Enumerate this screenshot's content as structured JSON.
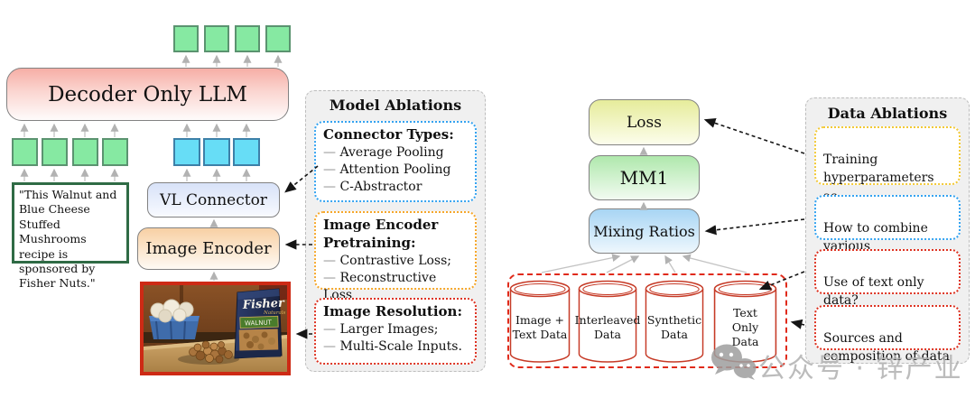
{
  "palette": {
    "token_green": "#86e9a2",
    "token_blue": "#67ddf6",
    "llm_pink": "#f6aea6",
    "vl_blue": "#d8e2f8",
    "encoder_orange": "#f8d0a4",
    "loss_yellow": "#e6ec9b",
    "mm1_green": "#afe8ac",
    "mixing_blue": "#a8d5f4",
    "panel_gray": "#f0f0f0",
    "accent_blue": "#35a3f0",
    "accent_orange": "#f6a72b",
    "accent_red": "#dd3322",
    "accent_yellow": "#f2c937",
    "quote_green": "#2f6b45",
    "photo_red": "#cd2a15"
  },
  "left": {
    "llm": "Decoder Only LLM",
    "vl_connector": "VL Connector",
    "image_encoder": "Image Encoder",
    "quote": "\"This Walnut and Blue Cheese Stuffed Mushrooms recipe is sponsored by Fisher Nuts.\"",
    "photo_brand": "Fisher",
    "photo_brand_sub": "Naturals",
    "photo_label": "WALNUT"
  },
  "model_ablations": {
    "title": "Model Ablations",
    "dash": "—",
    "connector": {
      "heading": "Connector Types:",
      "items": [
        "Average Pooling",
        "Attention Pooling",
        "C-Abstractor"
      ]
    },
    "pretraining": {
      "heading": "Image Encoder Pretraining:",
      "items": [
        "Contrastive Loss;",
        "Reconstructive Loss"
      ]
    },
    "resolution": {
      "heading": "Image Resolution:",
      "items": [
        "Larger Images;",
        "Multi-Scale Inputs."
      ]
    }
  },
  "right": {
    "loss": "Loss",
    "mm1": "MM1",
    "mixing": "Mixing Ratios",
    "datastores": [
      "Image +\nText Data",
      "Interleaved\nData",
      "Synthetic\nData",
      "Text\nOnly\nData"
    ]
  },
  "data_ablations": {
    "title": "Data Ablations",
    "notes": [
      {
        "text": "Training\nhyperparameters as\nwe scale"
      },
      {
        "text": "How to combine various\ndata?"
      },
      {
        "text": "Use of text only\ndata?"
      },
      {
        "text": "Sources and\ncomposition of data"
      }
    ]
  },
  "watermark": {
    "text": "公众号 · 锌产业"
  }
}
